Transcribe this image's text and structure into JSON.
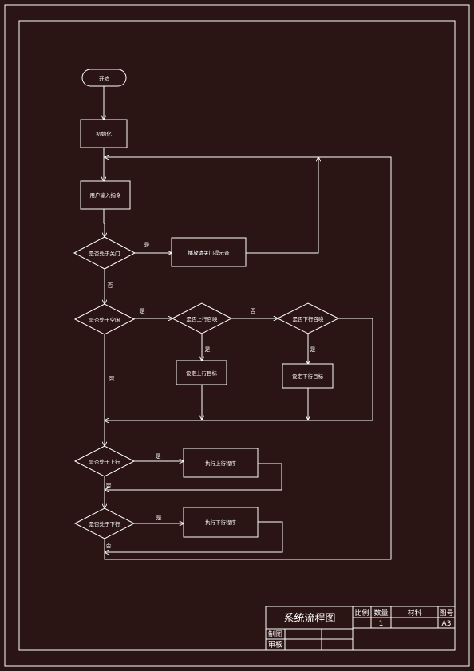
{
  "flowchart": {
    "start": "开始",
    "init": "初始化",
    "user_input": "用户输入指令",
    "decision_door": "是否处于关门",
    "process_door": "播放请关门提示音",
    "decision_stop": "是否处于空闲",
    "decision_up_call": "是否上行召唤",
    "decision_down_call": "是否下行召唤",
    "set_up_target": "设定上行目标",
    "set_down_target": "设定下行目标",
    "decision_going_up": "是否处于上行",
    "process_up": "执行上行程序",
    "decision_going_down": "是否处于下行",
    "process_down": "执行下行程序",
    "yes": "是",
    "no": "否"
  },
  "title_block": {
    "title": "系统流程图",
    "scale_label": "比例",
    "quantity_label": "数量",
    "material_label": "材料",
    "drawing_no_label": "图号",
    "quantity_value": "1",
    "sheet_size": "A3",
    "drawn_label": "制图",
    "checked_label": "审核"
  }
}
